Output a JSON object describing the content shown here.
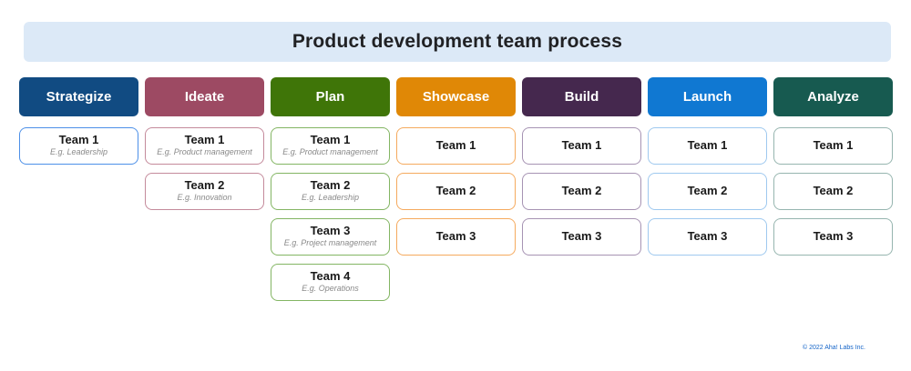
{
  "title": "Product development team process",
  "footer": "© 2022 Aha! Labs Inc.",
  "colors": {
    "title_bar_bg": "#dce9f7",
    "title_text": "#202124",
    "header_text": "#ffffff",
    "card_bg": "#ffffff",
    "team_text": "#1a1a1a",
    "example_text": "#8a8a8a",
    "footer_text": "#1464c8"
  },
  "columns": [
    {
      "label": "Strategize",
      "header_color": "#114b82",
      "card_border": "#4d90e8",
      "cards": [
        {
          "name": "Team 1",
          "example": "E.g. Leadership"
        }
      ]
    },
    {
      "label": "Ideate",
      "header_color": "#9d4a63",
      "card_border": "#c48a9b",
      "cards": [
        {
          "name": "Team 1",
          "example": "E.g. Product management"
        },
        {
          "name": "Team 2",
          "example": "E.g. Innovation"
        }
      ]
    },
    {
      "label": "Plan",
      "header_color": "#3f7508",
      "card_border": "#83b563",
      "cards": [
        {
          "name": "Team 1",
          "example": "E.g. Product management"
        },
        {
          "name": "Team 2",
          "example": "E.g. Leadership"
        },
        {
          "name": "Team 3",
          "example": "E.g. Project management"
        },
        {
          "name": "Team 4",
          "example": "E.g. Operations"
        }
      ]
    },
    {
      "label": "Showcase",
      "header_color": "#e08806",
      "card_border": "#f5aa5e",
      "cards": [
        {
          "name": "Team 1"
        },
        {
          "name": "Team 2"
        },
        {
          "name": "Team 3"
        }
      ]
    },
    {
      "label": "Build",
      "header_color": "#45284e",
      "card_border": "#a693b3",
      "cards": [
        {
          "name": "Team 1"
        },
        {
          "name": "Team 2"
        },
        {
          "name": "Team 3"
        }
      ]
    },
    {
      "label": "Launch",
      "header_color": "#1078d2",
      "card_border": "#9fc9ef",
      "cards": [
        {
          "name": "Team 1"
        },
        {
          "name": "Team 2"
        },
        {
          "name": "Team 3"
        }
      ]
    },
    {
      "label": "Analyze",
      "header_color": "#175a50",
      "card_border": "#96b5af",
      "cards": [
        {
          "name": "Team 1"
        },
        {
          "name": "Team 2"
        },
        {
          "name": "Team 3"
        }
      ]
    }
  ]
}
